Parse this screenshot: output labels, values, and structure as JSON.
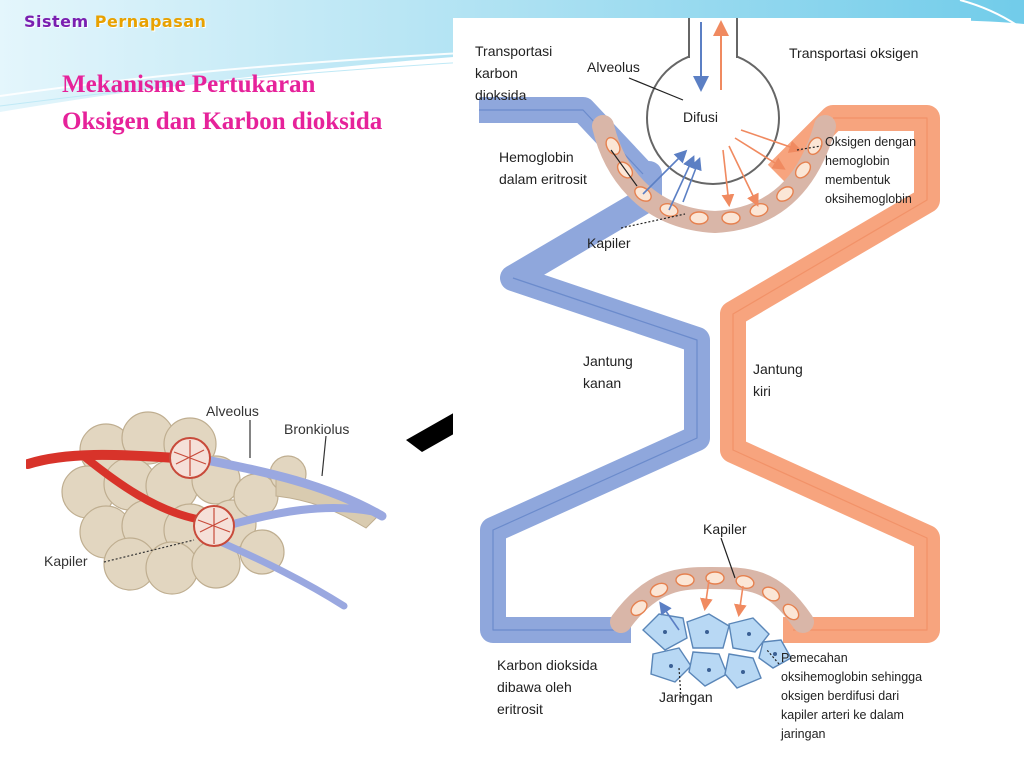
{
  "slide": {
    "header": {
      "part1": "Sistem ",
      "part2": "Pernapasan"
    },
    "title": "Mekanisme Pertukaran Oksigen dan Karbon dioksida"
  },
  "lung_figure": {
    "labels": {
      "alveolus": "Alveolus",
      "bronkiolus": "Bronkiolus",
      "kapiler": "Kapiler"
    }
  },
  "diagram": {
    "labels": {
      "transport_co2": [
        "Transportasi",
        "karbon",
        "dioksida"
      ],
      "alveolus": "Alveolus",
      "transport_o2": "Transportasi oksigen",
      "difusi": "Difusi",
      "hemoglobin": [
        "Hemoglobin",
        "dalam eritrosit"
      ],
      "oksigen_hemoglobin": [
        "Oksigen dengan",
        "hemoglobin",
        "membentuk",
        "oksihemoglobin"
      ],
      "kapiler_top": "Kapiler",
      "jantung_kanan": [
        "Jantung",
        "kanan"
      ],
      "jantung_kiri": [
        "Jantung",
        "kiri"
      ],
      "kapiler_bottom": "Kapiler",
      "karbon_dibawa": [
        "Karbon dioksida",
        "dibawa oleh",
        "eritrosit"
      ],
      "jaringan": "Jaringan",
      "pemecahan": [
        "Pemecahan",
        "oksihemoglobin sehingga",
        "oksigen berdifusi dari",
        "kapiler arteri ke dalam",
        "jaringan"
      ]
    },
    "colors": {
      "co2_vessel": "#8fa7dc",
      "o2_vessel": "#f7a47e",
      "co2_arrow": "#5b7fc4",
      "o2_arrow": "#f08a60"
    }
  }
}
